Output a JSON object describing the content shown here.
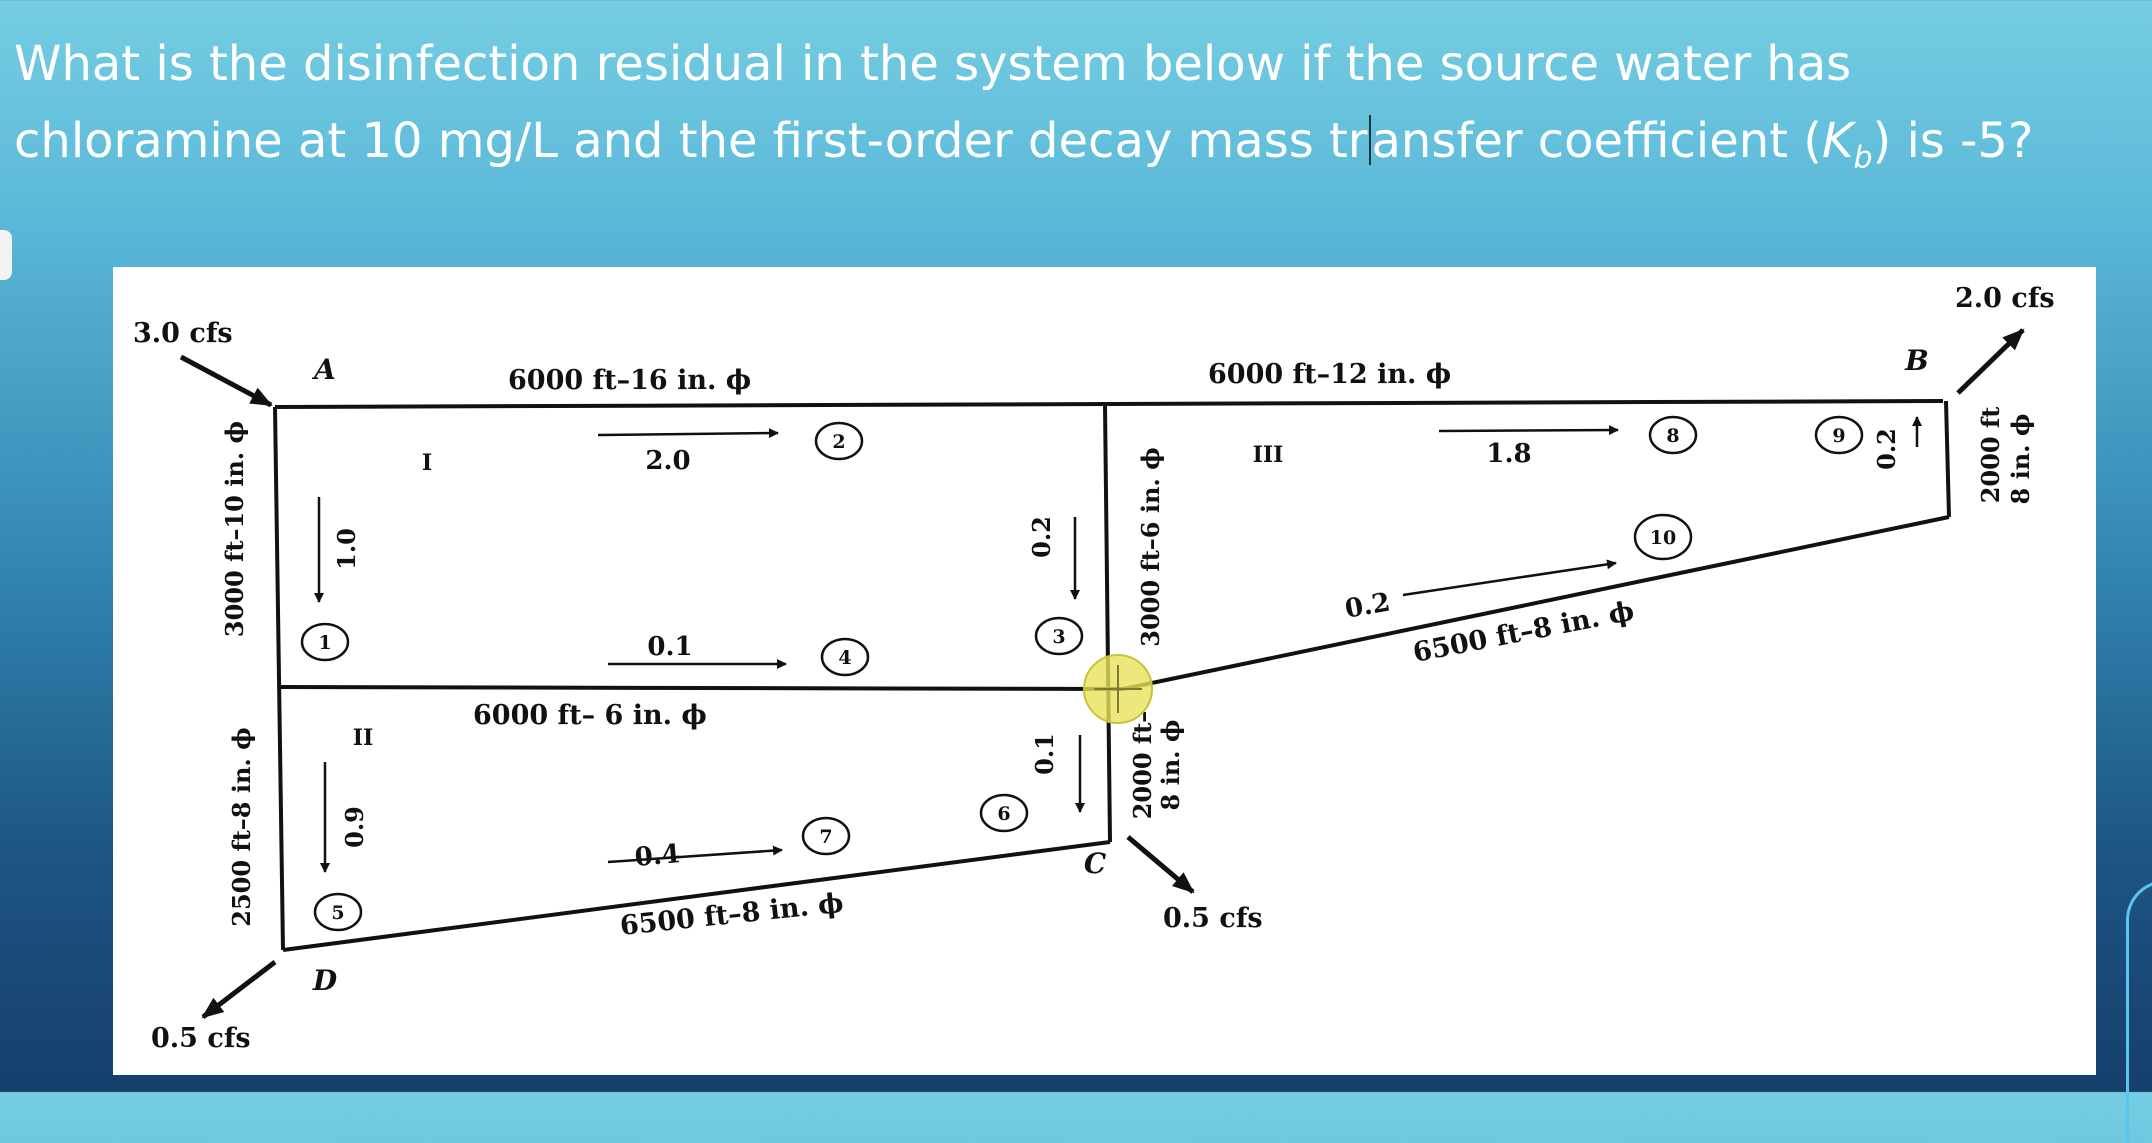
{
  "question": {
    "line1": "What is the disinfection residual in the system below if the source water has",
    "line2_a": "chloramine at 10 mg/L and the first-order decay mass tr",
    "line2_b": "ansfer coefficient (",
    "k": "K",
    "k_sub": "b",
    "line2_c": ") is -5?"
  },
  "diagram": {
    "flows": {
      "inflow_a": "3.0 cfs",
      "outflow_b": "2.0 cfs",
      "outflow_c": "0.5 cfs",
      "outflow_d": "0.5 cfs"
    },
    "nodes": {
      "a": "A",
      "b": "B",
      "c": "C",
      "d": "D"
    },
    "pipes": {
      "top_left": "6000 ft–16 in. ϕ",
      "top_right": "6000 ft–12 in. ϕ",
      "middle_left": "6000 ft–  6 in. ϕ",
      "bottom_left": "6500 ft–8 in. ϕ",
      "diagonal_right": "6500 ft–8 in. ϕ",
      "left_upper": "3000 ft–10 in. ϕ",
      "left_lower": "2500 ft–8 in. ϕ",
      "center_upper": "3000 ft–6 in. ϕ",
      "center_lower_a": "2000 ft–",
      "center_lower_b": "8 in. ϕ",
      "right_a": "2000 ft",
      "right_b": "8 in. ϕ"
    },
    "loops": {
      "l1": "I",
      "l2": "II",
      "l3": "III"
    },
    "flow_values": {
      "p2": "2.0",
      "p4": "0.1",
      "p7": "0.4",
      "p8": "1.8",
      "p10": "0.2",
      "p1": "1.0",
      "p5": "0.9",
      "p3": "0.2",
      "p6": "0.1",
      "p9": "0.2"
    },
    "pipe_numbers": [
      "1",
      "2",
      "3",
      "4",
      "5",
      "6",
      "7",
      "8",
      "9",
      "10"
    ]
  },
  "colors": {
    "highlight": "#e8e25a",
    "line": "#111111"
  }
}
